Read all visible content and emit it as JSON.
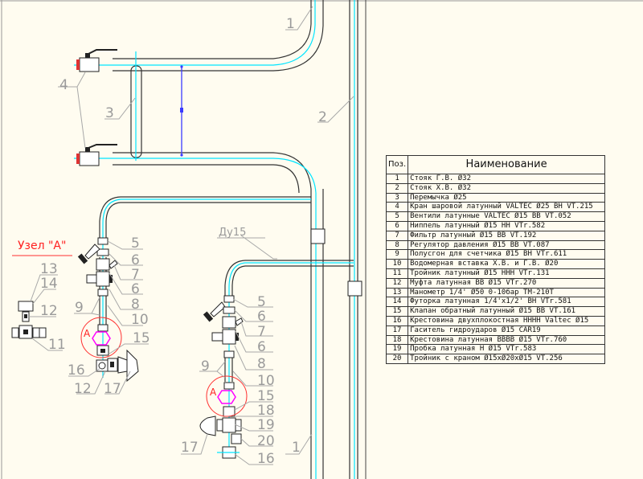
{
  "drawing": {
    "node_title": "Узел \"А\"",
    "node_marker": "А",
    "pipe_size_label": "Ду15",
    "colors": {
      "background": "#fffcf0",
      "pipe": "#333333",
      "axis": "#00e5ff",
      "leader": "#a8a8a8",
      "marker": "#ff2020",
      "dimension": "#3a3aff",
      "highlight": "#ff00ff"
    },
    "top_labels": {
      "riser_hot": "1",
      "riser_cold": "2",
      "bypass": "3",
      "valves": "4"
    },
    "left_branch_labels": [
      "5",
      "6",
      "7",
      "6",
      "8",
      "9",
      "10",
      "15",
      "16",
      "12",
      "17"
    ],
    "node_detail_labels": [
      "13",
      "14",
      "12",
      "11"
    ],
    "right_branch_labels": [
      "5",
      "6",
      "7",
      "6",
      "8",
      "9",
      "10",
      "15",
      "18",
      "19",
      "20",
      "17",
      "16",
      "1"
    ]
  },
  "spec_table": {
    "header": {
      "pos": "Поз.",
      "name": "Наименование"
    },
    "rows": [
      {
        "pos": "1",
        "name": "Стояк Г.В. Ø32"
      },
      {
        "pos": "2",
        "name": "Стояк Х.В. Ø32"
      },
      {
        "pos": "3",
        "name": "Перемычка Ø25"
      },
      {
        "pos": "4",
        "name": "Кран шаровой латунный VALTEC Ø25 ВН VT.215"
      },
      {
        "pos": "5",
        "name": "Вентили латунные VALTEC Ø15 ВВ VT.052"
      },
      {
        "pos": "6",
        "name": "Ниппель латунный Ø15 НН  VTr.582"
      },
      {
        "pos": "7",
        "name": "Фильтр латунный Ø15 ВВ VT.192"
      },
      {
        "pos": "8",
        "name": "Регулятор давления  Ø15 ВВ VT.087"
      },
      {
        "pos": "9",
        "name": "Полусгон для счетчика Ø15 ВН VTr.611"
      },
      {
        "pos": "10",
        "name": "Водомерная вставка Х.В. и Г.В. Ø20"
      },
      {
        "pos": "11",
        "name": "Тройник латунный Ø15  ННН VTr.131"
      },
      {
        "pos": "12",
        "name": "Муфта латунная ВВ Ø15 VTr.270"
      },
      {
        "pos": "13",
        "name": "Манометр 1/4' Ø50 0-10бар ТМ-210Т"
      },
      {
        "pos": "14",
        "name": "Футорка латунная 1/4'x1/2' ВН  VTr.581"
      },
      {
        "pos": "15",
        "name": "Клапан обратный латунный Ø15 ВВ VT.161"
      },
      {
        "pos": "16",
        "name": "Крестовина двухплокостная НННН Valtec Ø15"
      },
      {
        "pos": "17",
        "name": "Гаситель гидроударов Ø15 CAR19"
      },
      {
        "pos": "18",
        "name": "Крестовина латунная  ВВВВ Ø15 VTr.760"
      },
      {
        "pos": "19",
        "name": "Пробка латунная Н Ø15 VTr.583"
      },
      {
        "pos": "20",
        "name": "Тройник с краном Ø15xØ20xØ15 VT.256"
      }
    ]
  }
}
